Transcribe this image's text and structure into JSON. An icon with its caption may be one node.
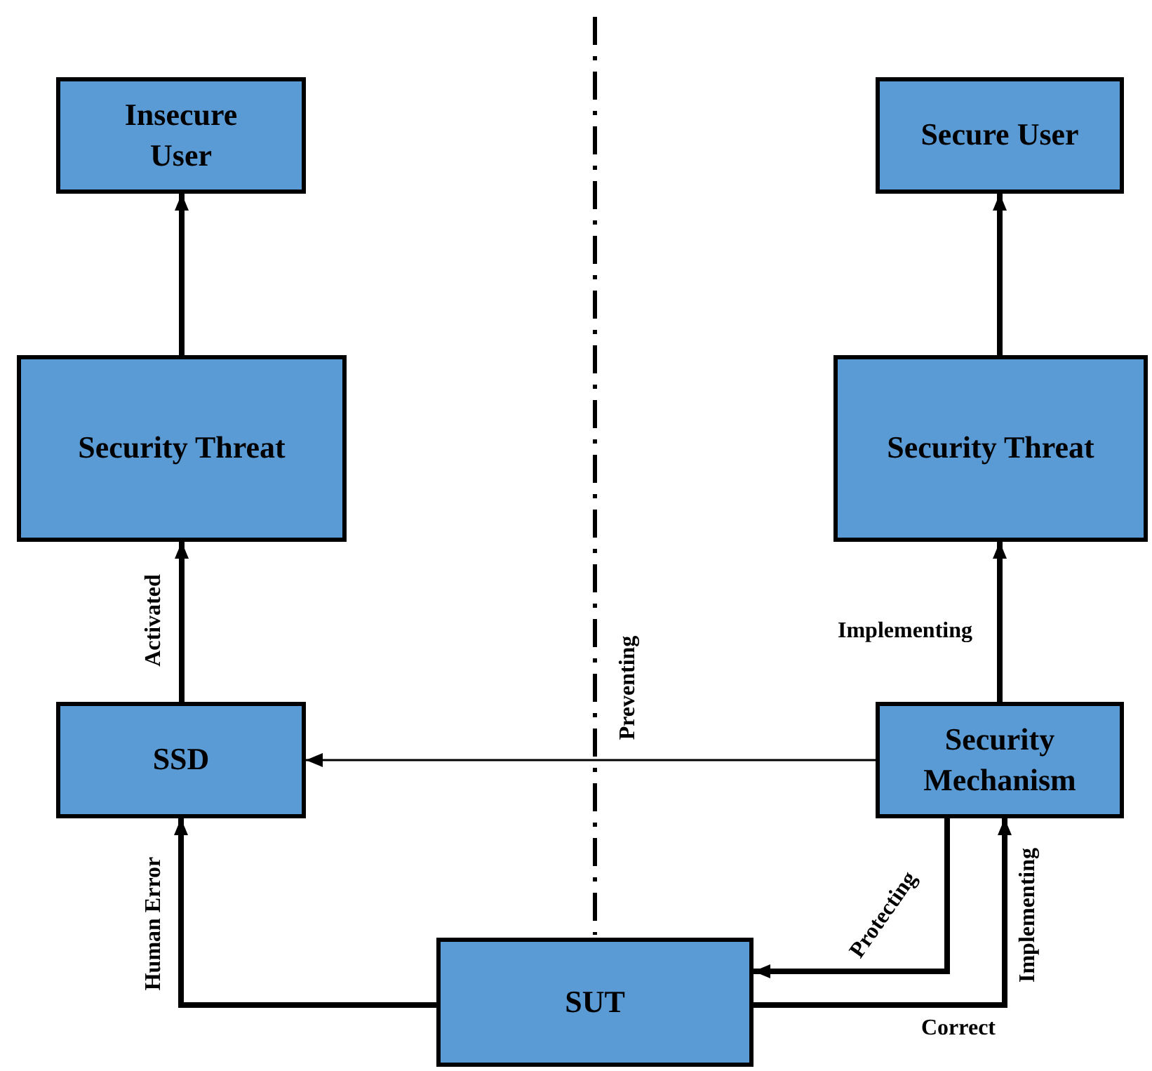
{
  "diagram": {
    "nodes": [
      {
        "text": [
          "Insecure User"
        ]
      },
      {
        "text": [
          "Secure User"
        ]
      },
      {
        "text": [
          "Security Threat"
        ]
      },
      {
        "text": [
          "Security Threat"
        ]
      },
      {
        "text": [
          "SSD"
        ]
      },
      {
        "text": [
          "Security Mechanism"
        ]
      },
      {
        "text": [
          "SUT"
        ]
      }
    ],
    "edges": [
      {
        "from": 2,
        "to": 0,
        "arrow": "to"
      },
      {
        "from": 4,
        "to": 2,
        "arrow": "to",
        "label": "Activated"
      },
      {
        "from": 3,
        "to": 1,
        "arrow": "to"
      },
      {
        "from": 5,
        "to": 3,
        "arrow": "to",
        "label": "Implementing"
      },
      {
        "from": 5,
        "to": 4,
        "arrow": "to",
        "label": "Preventing"
      },
      {
        "from": 6,
        "to": 4,
        "arrow": "to",
        "label": "Human Error"
      },
      {
        "from": 5,
        "to": 6,
        "arrow": "to",
        "label": "Protecting"
      },
      {
        "from": 6,
        "to": 5,
        "arrow": "to",
        "label": "Implementing"
      }
    ],
    "labels": [
      "Correct"
    ]
  }
}
